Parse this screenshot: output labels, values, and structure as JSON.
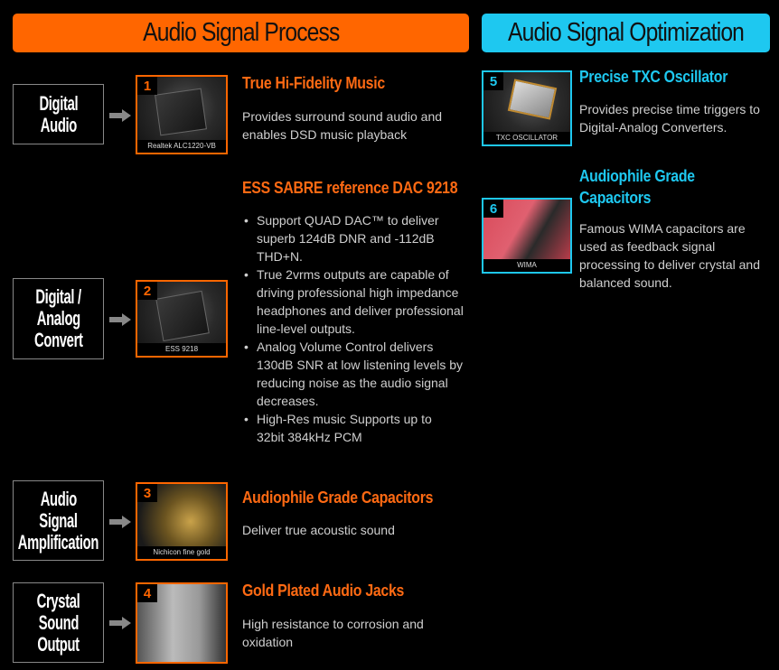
{
  "colors": {
    "orange": "#ff6600",
    "cyan": "#1ec8f0"
  },
  "headers": {
    "process": "Audio Signal Process",
    "optimization": "Audio Signal Optimization"
  },
  "stages": [
    {
      "lines": [
        "Digital",
        "Audio"
      ]
    },
    {
      "lines": [
        "Digital /",
        "Analog",
        "Convert"
      ]
    },
    {
      "lines": [
        "Audio",
        "Signal",
        "Amplification"
      ]
    },
    {
      "lines": [
        "Crystal",
        "Sound",
        "Output"
      ]
    }
  ],
  "features": [
    {
      "num": "1",
      "caption": "Realtek ALC1220-VB",
      "title": "True Hi-Fidelity Music",
      "body": "Provides surround sound audio and enables DSD music playback"
    },
    {
      "num": "2",
      "caption": "ESS 9218",
      "title": "ESS SABRE reference DAC 9218",
      "bullets": [
        "Support QUAD DAC™ to deliver superb 124dB DNR and -112dB THD+N.",
        "True 2vrms outputs are capable of driving professional high impedance headphones and deliver professional line-level outputs.",
        "Analog Volume Control delivers 130dB SNR at low listening levels by reducing noise as the audio signal decreases.",
        "High-Res music Supports up to 32bit 384kHz PCM"
      ]
    },
    {
      "num": "3",
      "caption": "Nichicon fine gold",
      "title": "Audiophile Grade Capacitors",
      "body": "Deliver true acoustic sound"
    },
    {
      "num": "4",
      "caption": "",
      "title": "Gold Plated Audio Jacks",
      "body": "High resistance to corrosion and oxidation"
    },
    {
      "num": "5",
      "caption": "TXC OSCILLATOR",
      "title": "Precise TXC Oscillator",
      "body": "Provides precise time triggers to Digital-Analog Converters."
    },
    {
      "num": "6",
      "caption": "WIMA",
      "title": "Audiophile Grade Capacitors",
      "body": "Famous WIMA capacitors are used as feedback signal processing to deliver crystal and balanced sound."
    }
  ]
}
